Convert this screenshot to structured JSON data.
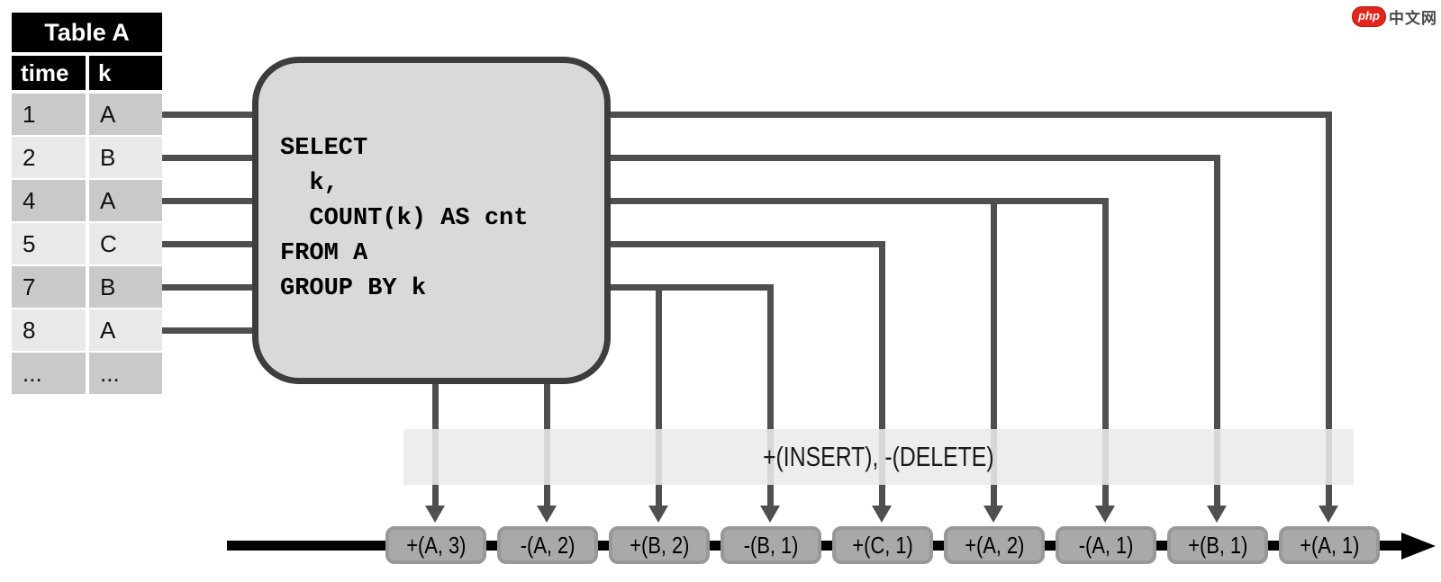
{
  "watermark": {
    "logo": "php",
    "site": "中文网"
  },
  "table": {
    "title": "Table A",
    "columns": {
      "time": "time",
      "k": "k"
    },
    "rows": [
      [
        "1",
        "A"
      ],
      [
        "2",
        "B"
      ],
      [
        "4",
        "A"
      ],
      [
        "5",
        "C"
      ],
      [
        "7",
        "B"
      ],
      [
        "8",
        "A"
      ],
      [
        "...",
        "..."
      ]
    ]
  },
  "query": {
    "sql": "SELECT\n  k,\n  COUNT(k) AS cnt\nFROM A\nGROUP BY k"
  },
  "banner": {
    "label": "+(INSERT), -(DELETE)"
  },
  "timeline": {
    "events": [
      "+(A, 3)",
      "-(A, 2)",
      "+(B, 2)",
      "-(B, 1)",
      "+(C, 1)",
      "+(A, 2)",
      "-(A, 1)",
      "+(B, 1)",
      "+(A, 1)"
    ]
  },
  "colors": {
    "connector": "#4f4f4f",
    "query_box_fill": "#d9d9d9",
    "query_box_border": "#3d3d3d",
    "event_box_fill": "#a9a9a9",
    "banner_fill": "#eaeaea",
    "watermark_red": "#e3261d"
  }
}
